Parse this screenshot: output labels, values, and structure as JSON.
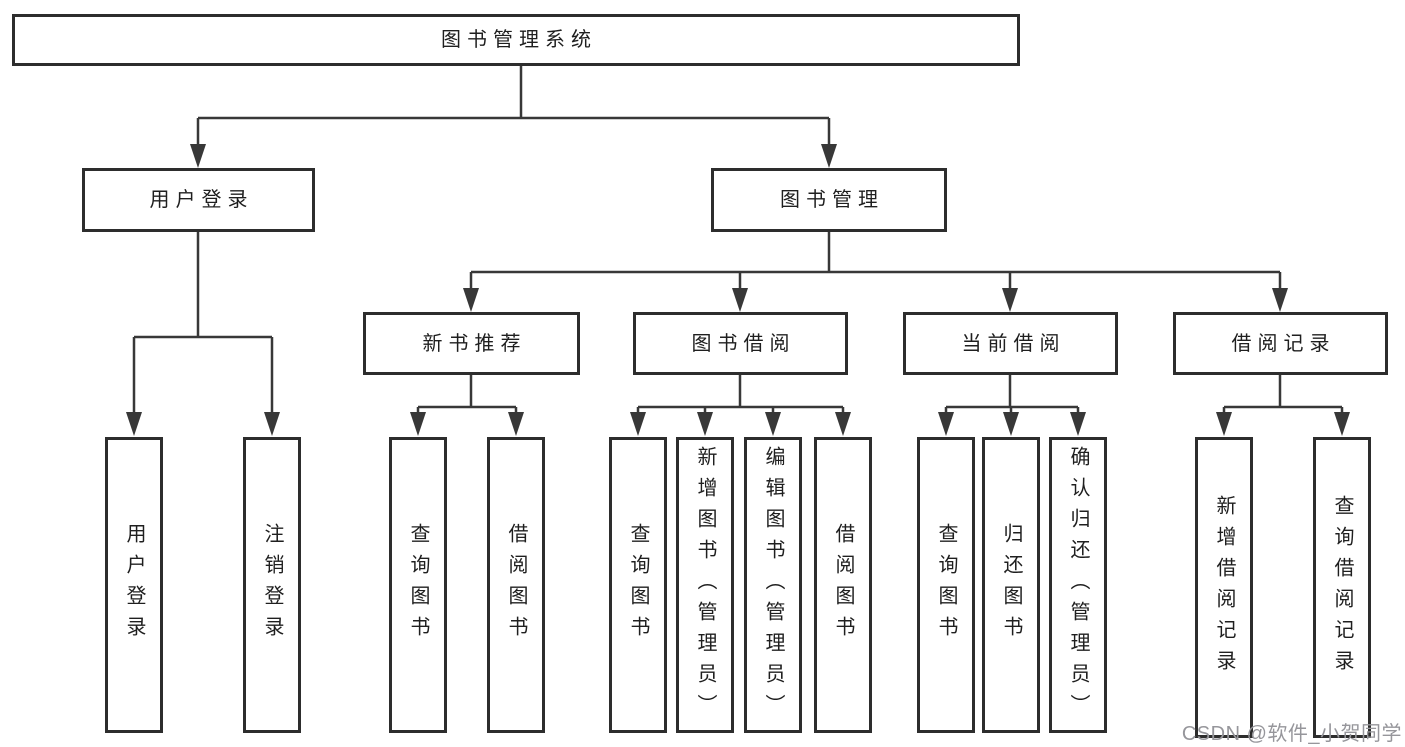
{
  "nodes": {
    "root": {
      "label": "图书管理系统"
    },
    "user_login": {
      "label": "用户登录"
    },
    "book_mgmt": {
      "label": "图书管理"
    },
    "new_book_rec": {
      "label": "新书推荐"
    },
    "book_borrow": {
      "label": "图书借阅"
    },
    "current_borrow": {
      "label": "当前借阅"
    },
    "borrow_records": {
      "label": "借阅记录"
    },
    "leaf_user_login": {
      "label": "用户登录"
    },
    "leaf_logout": {
      "label": "注销登录"
    },
    "rec_query_book": {
      "label": "查询图书"
    },
    "rec_borrow_book": {
      "label": "借阅图书"
    },
    "bor_query_book": {
      "label": "查询图书"
    },
    "bor_add_book": {
      "label": "新增图书（管理员）"
    },
    "bor_edit_book": {
      "label": "编辑图书（管理员）"
    },
    "bor_borrow_book": {
      "label": "借阅图书"
    },
    "cur_query_book": {
      "label": "查询图书"
    },
    "cur_return_book": {
      "label": "归还图书"
    },
    "cur_confirm_return": {
      "label": "确认归还（管理员）"
    },
    "rec2_add_record": {
      "label": "新增借阅记录"
    },
    "rec2_query_record": {
      "label": "查询借阅记录"
    }
  },
  "hierarchy": {
    "图书管理系统": {
      "用户登录": [
        "用户登录",
        "注销登录"
      ],
      "图书管理": {
        "新书推荐": [
          "查询图书",
          "借阅图书"
        ],
        "图书借阅": [
          "查询图书",
          "新增图书（管理员）",
          "编辑图书（管理员）",
          "借阅图书"
        ],
        "当前借阅": [
          "查询图书",
          "归还图书",
          "确认归还（管理员）"
        ],
        "借阅记录": [
          "新增借阅记录",
          "查询借阅记录"
        ]
      }
    }
  },
  "watermark": {
    "text": "CSDN @软件_小贺同学"
  },
  "colors": {
    "background": "#ffffff",
    "box_border": "#2d2d2d",
    "line": "#383838",
    "text": "#1f1f1f",
    "watermark": "#96969b"
  }
}
